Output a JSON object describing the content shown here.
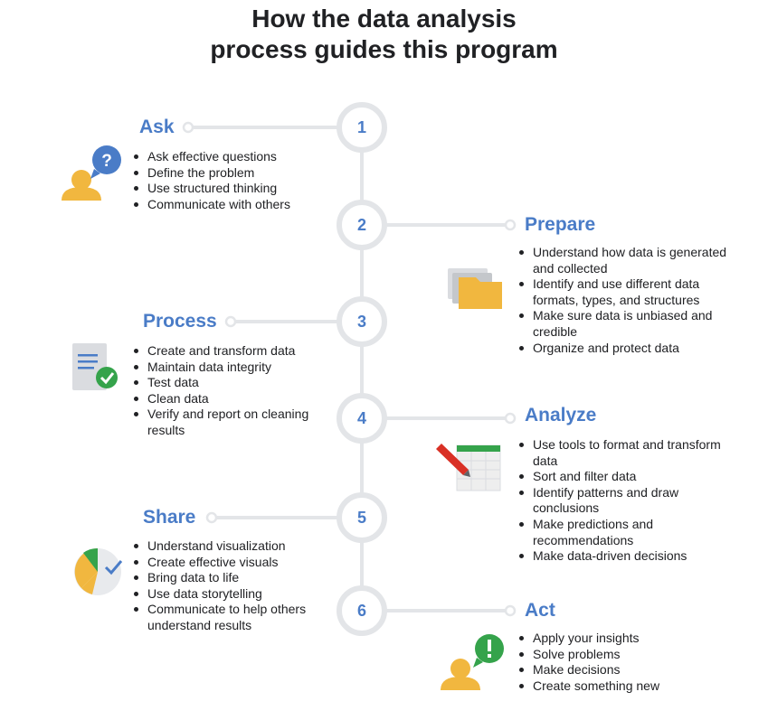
{
  "title_line1": "How the data analysis",
  "title_line2": "process guides this program",
  "colors": {
    "accent": "#4a7cc7",
    "line": "#e3e5e8",
    "yellow": "#f1b73f",
    "green": "#35a34b",
    "gray": "#dadce0"
  },
  "steps": [
    {
      "number": "1",
      "heading": "Ask",
      "icon": "question-person-icon",
      "bullets": [
        "Ask effective questions",
        "Define the problem",
        "Use structured thinking",
        "Communicate with others"
      ]
    },
    {
      "number": "2",
      "heading": "Prepare",
      "icon": "folder-icon",
      "bullets": [
        "Understand how data is generated and collected",
        "Identify and use different data formats, types, and structures",
        "Make sure data is unbiased and credible",
        "Organize and protect data"
      ]
    },
    {
      "number": "3",
      "heading": "Process",
      "icon": "document-check-icon",
      "bullets": [
        "Create and transform data",
        "Maintain data integrity",
        "Test data",
        "Clean data",
        "Verify and report on cleaning results"
      ]
    },
    {
      "number": "4",
      "heading": "Analyze",
      "icon": "spreadsheet-pencil-icon",
      "bullets": [
        "Use tools to format and transform data",
        "Sort and filter data",
        "Identify patterns and draw conclusions",
        "Make predictions and recommendations",
        "Make data-driven decisions"
      ]
    },
    {
      "number": "5",
      "heading": "Share",
      "icon": "pie-chart-icon",
      "bullets": [
        "Understand visualization",
        "Create effective visuals",
        "Bring data to life",
        "Use data storytelling",
        "Communicate to help others understand results"
      ]
    },
    {
      "number": "6",
      "heading": "Act",
      "icon": "exclamation-person-icon",
      "bullets": [
        "Apply your insights",
        "Solve problems",
        "Make decisions",
        "Create something new"
      ]
    }
  ]
}
